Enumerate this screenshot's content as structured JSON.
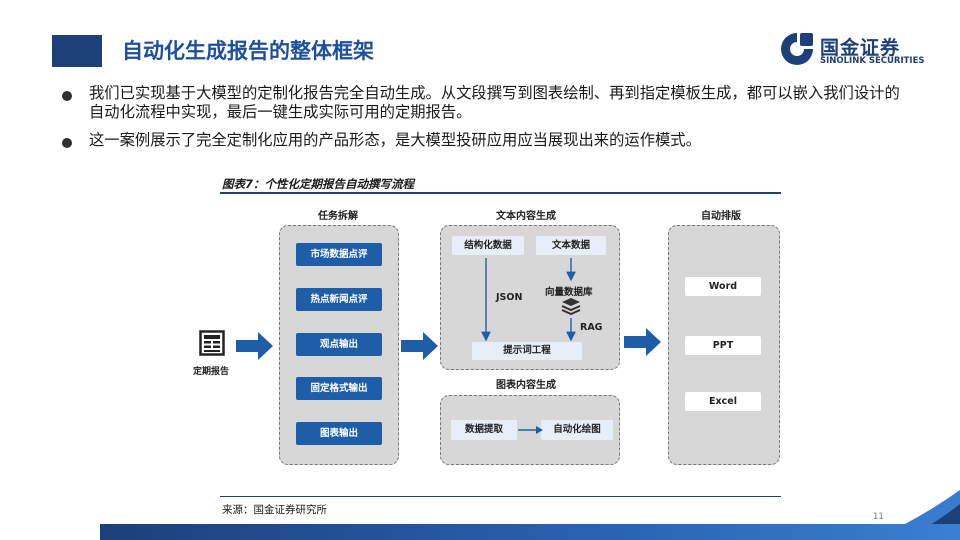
{
  "header": {
    "title": "自动化生成报告的整体框架",
    "logo_cn": "国金证券",
    "logo_en": "SINOLINK SECURITIES",
    "logo_color": "#1d3f7a"
  },
  "bullets": [
    "我们已实现基于大模型的定制化报告完全自动生成。从文段撰写到图表绘制、再到指定模板生成，都可以嵌入我们设计的自动化流程中实现，最后一键生成实际可用的定期报告。",
    "这一案例展示了完全定制化应用的产品形态，是大模型投研应用应当展现出来的运作模式。"
  ],
  "figure": {
    "title": "图表7：个性化定期报告自动撰写流程",
    "source": "来源：国金证券研究所",
    "input_label": "定期报告",
    "input_icon": "document-icon",
    "sections": {
      "tasks": "任务拆解",
      "text_gen": "文本内容生成",
      "chart_gen": "图表内容生成",
      "layout": "自动排版"
    },
    "tasks": [
      "市场数据点评",
      "热点新闻点评",
      "观点输出",
      "固定格式输出",
      "图表输出"
    ],
    "text": {
      "structured": "结构化数据",
      "textdata": "文本数据",
      "vectordb": "向量数据库",
      "json": "JSON",
      "rag": "RAG",
      "prompt": "提示词工程"
    },
    "chart": {
      "extract": "数据提取",
      "plot": "自动化绘图"
    },
    "outputs": [
      "Word",
      "PPT",
      "Excel"
    ],
    "accent": "#1e5ea8"
  },
  "footer": {
    "page": "11"
  }
}
